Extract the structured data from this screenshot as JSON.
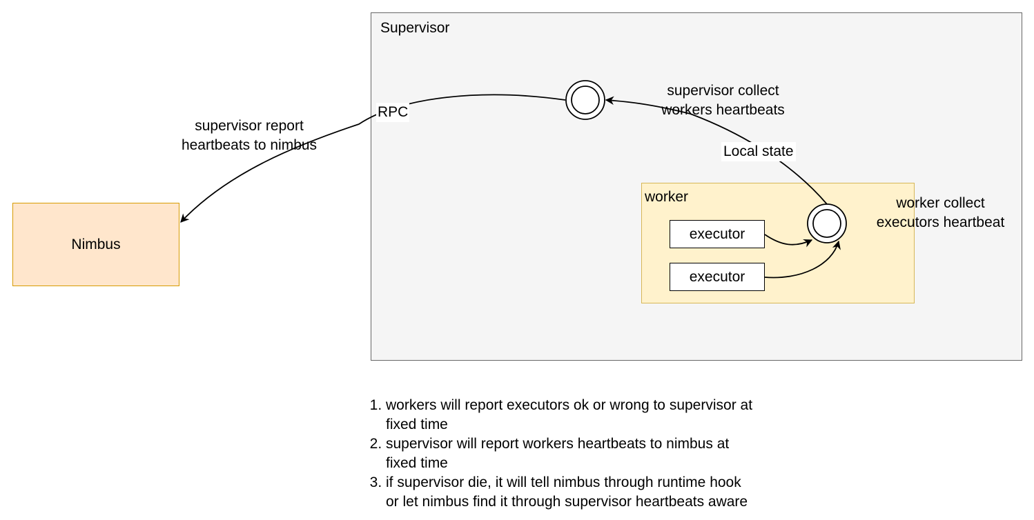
{
  "diagram": {
    "supervisor": {
      "label": "Supervisor"
    },
    "worker": {
      "label": "worker"
    },
    "nimbus": {
      "label": "Nimbus"
    },
    "executors": [
      {
        "label": "executor"
      },
      {
        "label": "executor"
      }
    ],
    "edge_labels": {
      "rpc": "RPC",
      "local_state": "Local state",
      "supervisor_collect": [
        "supervisor collect",
        "workers heartbeats"
      ],
      "supervisor_report": [
        "supervisor report",
        "heartbeats to nimbus"
      ],
      "worker_collect": [
        "worker collect",
        "executors heartbeat"
      ]
    },
    "colors": {
      "supervisor_fill": "#f5f5f5",
      "supervisor_stroke": "#666666",
      "worker_fill": "#fff2cc",
      "worker_stroke": "#d6b656",
      "nimbus_fill": "#ffe6cc",
      "nimbus_stroke": "#d79b00"
    }
  },
  "notes": [
    {
      "lines": [
        "workers will report executors ok or wrong to supervisor at",
        "fixed time"
      ]
    },
    {
      "lines": [
        "supervisor will report workers heartbeats to nimbus at",
        "fixed time"
      ]
    },
    {
      "lines": [
        "if supervisor die, it will tell nimbus through runtime hook",
        "or let nimbus find it through supervisor heartbeats aware"
      ]
    }
  ]
}
